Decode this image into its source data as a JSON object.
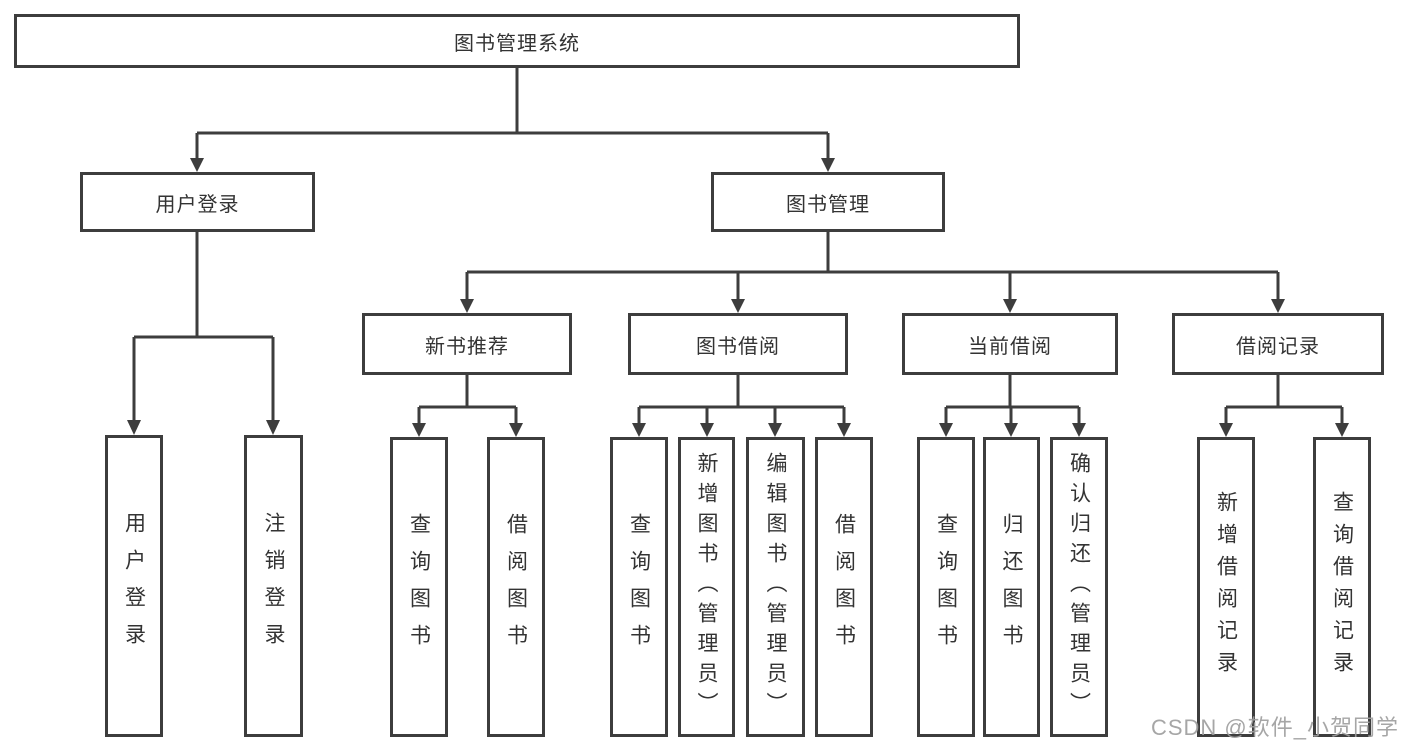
{
  "nodes": {
    "root": "图书管理系统",
    "level2": [
      "用户登录",
      "图书管理"
    ],
    "level3": [
      "新书推荐",
      "图书借阅",
      "当前借阅",
      "借阅记录"
    ],
    "level4_groups": [
      [
        "用户登录",
        "注销登录"
      ],
      [
        "查询图书",
        "借阅图书"
      ],
      [
        "查询图书",
        "新增图书（管理员）",
        "编辑图书（管理员）",
        "借阅图书"
      ],
      [
        "查询图书",
        "归还图书",
        "确认归还（管理员）"
      ],
      [
        "新增借阅记录",
        "查询借阅记录"
      ]
    ]
  },
  "watermark": "CSDN @软件_小贺同学",
  "colors": {
    "line": "#3d3d3d",
    "text": "#333333",
    "background": "#ffffff",
    "watermark": "#9e9e9e"
  }
}
